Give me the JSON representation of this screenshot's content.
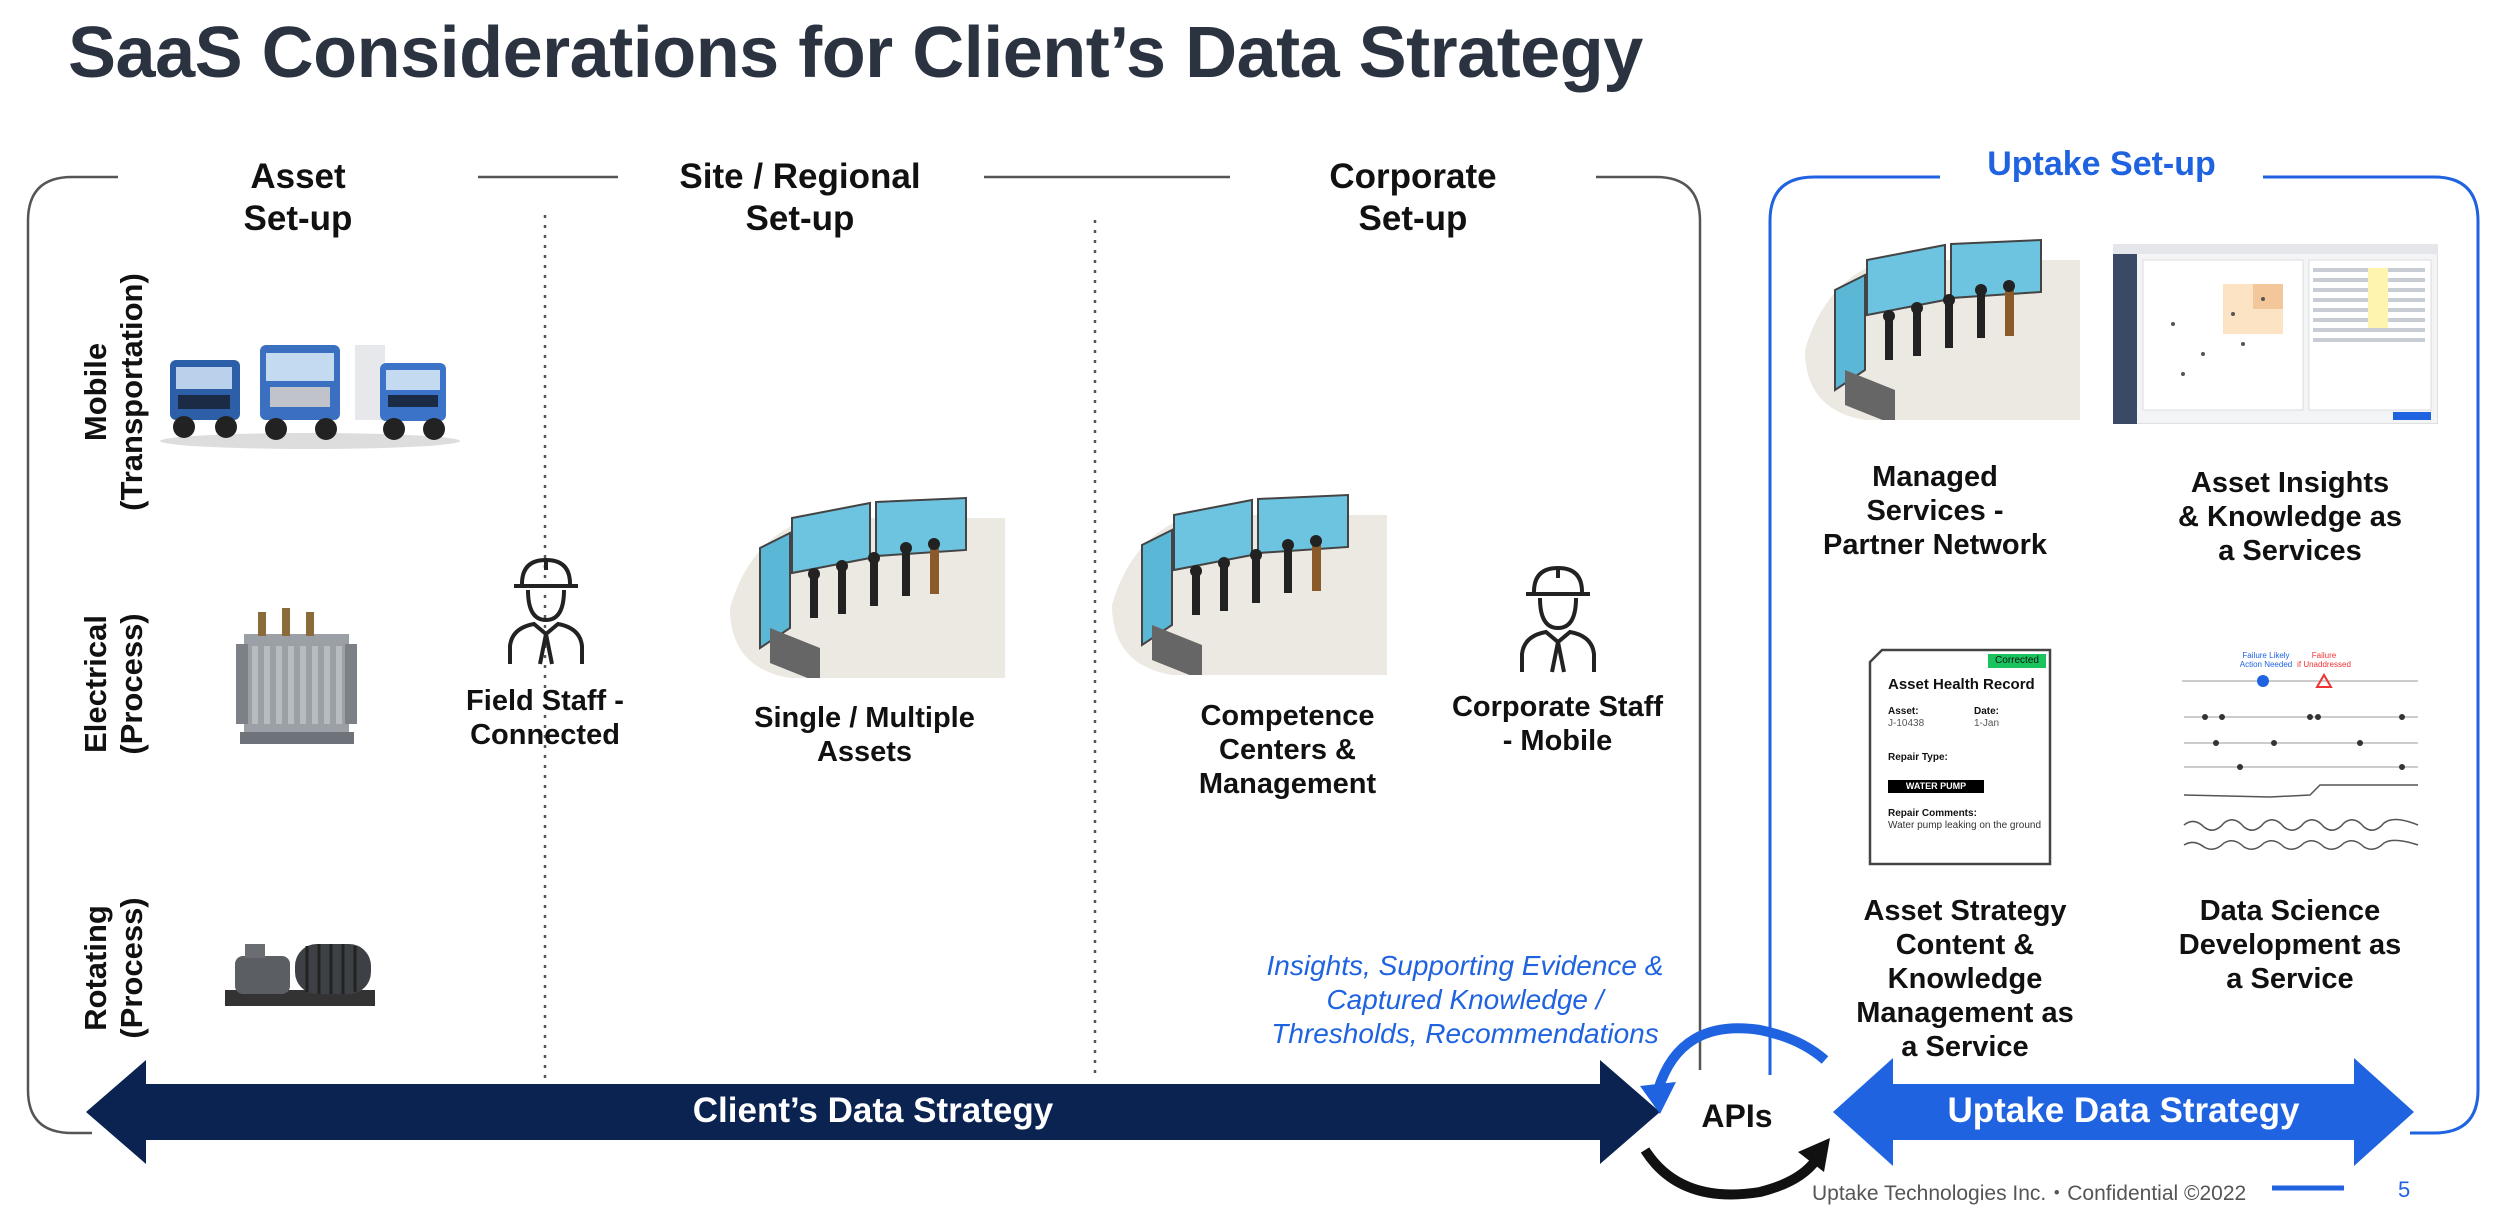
{
  "title": "SaaS Considerations for Client’s Data Strategy",
  "columns": {
    "asset": [
      "Asset",
      "Set-up"
    ],
    "site": [
      "Site / Regional",
      "Set-up"
    ],
    "corporate": [
      "Corporate",
      "Set-up"
    ]
  },
  "rows": {
    "mobile": [
      "Mobile",
      "(Transportation)"
    ],
    "electrical": [
      "Electrical",
      "(Process)"
    ],
    "rotating": [
      "Rotating",
      "(Process)"
    ]
  },
  "client": {
    "field_staff": [
      "Field Staff -",
      "Connected"
    ],
    "single_multiple": [
      "Single / Multiple",
      "Assets"
    ],
    "competence": [
      "Competence",
      "Centers &",
      "Management"
    ],
    "corporate_staff": [
      "Corporate Staff",
      "- Mobile"
    ],
    "insights": [
      "Insights, Supporting Evidence &",
      "Captured Knowledge /",
      "Thresholds, Recommendations"
    ]
  },
  "uptake": {
    "title": "Uptake Set-up",
    "managed": [
      "Managed",
      "Services -",
      "Partner Network"
    ],
    "insights": [
      "Asset Insights",
      "& Knowledge as",
      "a Services"
    ],
    "strategy": [
      "Asset Strategy",
      "Content &",
      "Knowledge",
      "Management as",
      "a Service"
    ],
    "datasci": [
      "Data Science",
      "Development as",
      "a Service"
    ]
  },
  "health_record": {
    "badge": "Corrected",
    "title": "Asset Health Record",
    "asset_label": "Asset:",
    "asset_value": "J-10438",
    "date_label": "Date:",
    "date_value": "1-Jan",
    "repair_type_label": "Repair Type:",
    "repair_type_value": "WATER PUMP",
    "comments_label": "Repair Comments:",
    "comments_value": "Water pump leaking on the ground"
  },
  "ds_chart": {
    "failure_likely": "Failure Likely",
    "action_needed": "Action Needed",
    "failure": "Failure",
    "if_unaddressed": "if Unaddressed"
  },
  "arrows": {
    "client": "Client’s Data Strategy",
    "uptake": "Uptake Data Strategy",
    "apis": "APIs"
  },
  "footer": {
    "text": "Uptake Technologies Inc.・Confidential ©2022",
    "page": "5"
  },
  "colors": {
    "navy": "#0a2350",
    "blue": "#1f63e0",
    "title": "#2b3340"
  }
}
